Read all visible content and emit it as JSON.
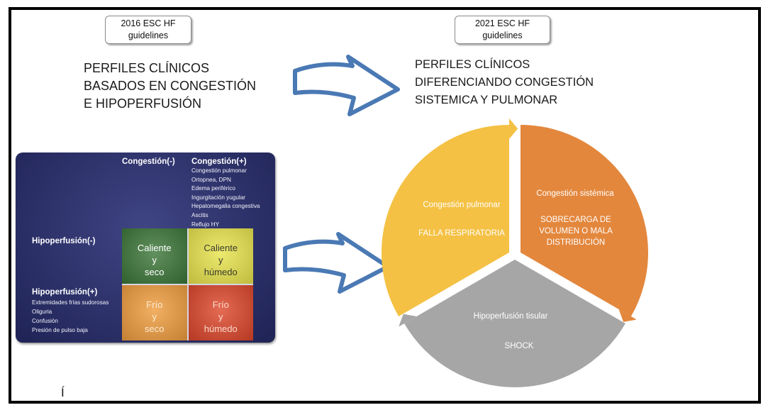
{
  "labels": {
    "left": [
      "2016 ESC HF",
      "guidelines"
    ],
    "right": [
      "2021 ESC HF",
      "guidelines"
    ]
  },
  "left_title": [
    "PERFILES CLÍNICOS",
    "BASADOS EN CONGESTIÓN",
    "E HIPOPERFUSIÓN"
  ],
  "right_title": [
    "PERFILES CLÍNICOS",
    "DIFERENCIANDO CONGESTIÓN",
    "SISTEMICA Y PULMONAR"
  ],
  "matrix": {
    "background": "#2a3076",
    "columns": [
      "Congestión(-)",
      "Congestión(+)"
    ],
    "congestion_signs": [
      "Congestión pulmonar",
      "Ortopnea, DPN",
      "Edema periférico",
      "Ingurgitación yugular",
      "Hepatomegalia congestiva",
      "Ascitis",
      "Reflujo HY"
    ],
    "rows": [
      "Hipoperfusión(-)",
      "Hipoperfusión(+)"
    ],
    "hypoperfusion_signs": [
      "Extremidades frías sudorosas",
      "Oliguria",
      "Confusión",
      "Presión de pulso baja"
    ],
    "cells": [
      {
        "lines": [
          "Caliente",
          "y",
          "seco"
        ],
        "color": "#3a7536",
        "text_color": "#ffffff"
      },
      {
        "lines": [
          "Caliente",
          "y",
          "húmedo"
        ],
        "color": "#e8e44c",
        "text_color": "#3a3a2a"
      },
      {
        "lines": [
          "Frío",
          "y",
          "seco"
        ],
        "color": "#ef9c3d",
        "text_color": "#fcebd0"
      },
      {
        "lines": [
          "Frío",
          "y",
          "húmedo"
        ],
        "color": "#dd4529",
        "text_color": "#fbd9cc"
      }
    ]
  },
  "cycle": {
    "segments": [
      {
        "title": "Congestión pulmonar",
        "lines": [
          "FALLA RESPIRATORIA"
        ],
        "color": "#f4c144"
      },
      {
        "title": "Congestión sistémica",
        "lines": [
          "SOBRECARGA DE",
          "VOLUMEN O MALA",
          "DISTRIBUCIÓN"
        ],
        "color": "#e3873d"
      },
      {
        "title": "Hipoperfusión tisular",
        "lines": [
          "SHOCK"
        ],
        "color": "#a6a6a6"
      }
    ]
  },
  "stray_mark": "Í",
  "colors": {
    "arrow": "#4a79b4",
    "frame": "#000000"
  }
}
